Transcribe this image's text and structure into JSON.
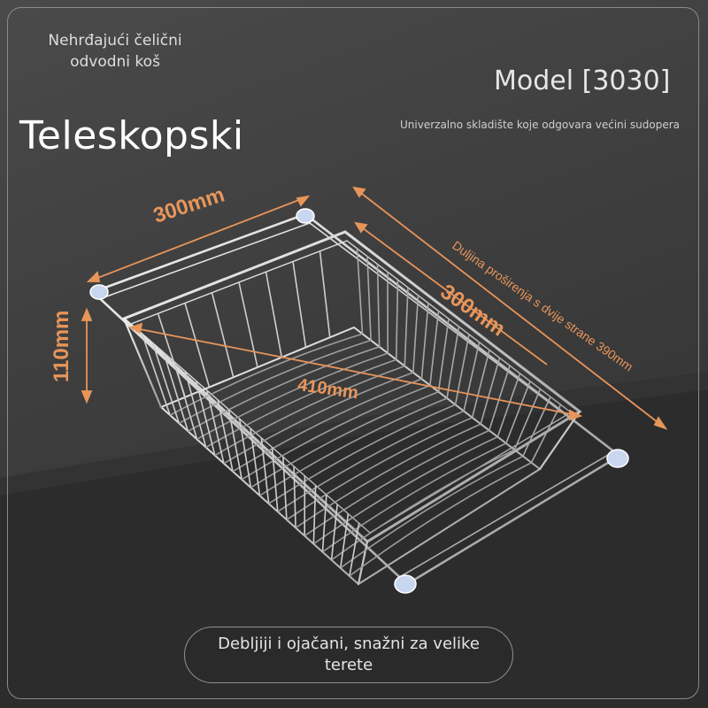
{
  "texts": {
    "subtitle": "Nehrđajući čelični odvodni koš",
    "headline": "Teleskopski",
    "model": "Model [3030]",
    "tagline": "Univerzalno skladište koje odgovara većini sudopera",
    "bottom_pill": "Debljiji i ojačani, snažni za velike terete"
  },
  "dimensions": {
    "width": "300mm",
    "height": "110mm",
    "diagonal": "410mm",
    "length": "300mm",
    "extension_note": "Duljina proširenja s dvije strane 390mm"
  },
  "colors": {
    "accent": "#e8955a",
    "text": "#e8e8e8",
    "background": "#3d3d3d",
    "wire": "#d8d8d8"
  },
  "icons": {
    "rubber_feet": "suction-cup-icon"
  }
}
